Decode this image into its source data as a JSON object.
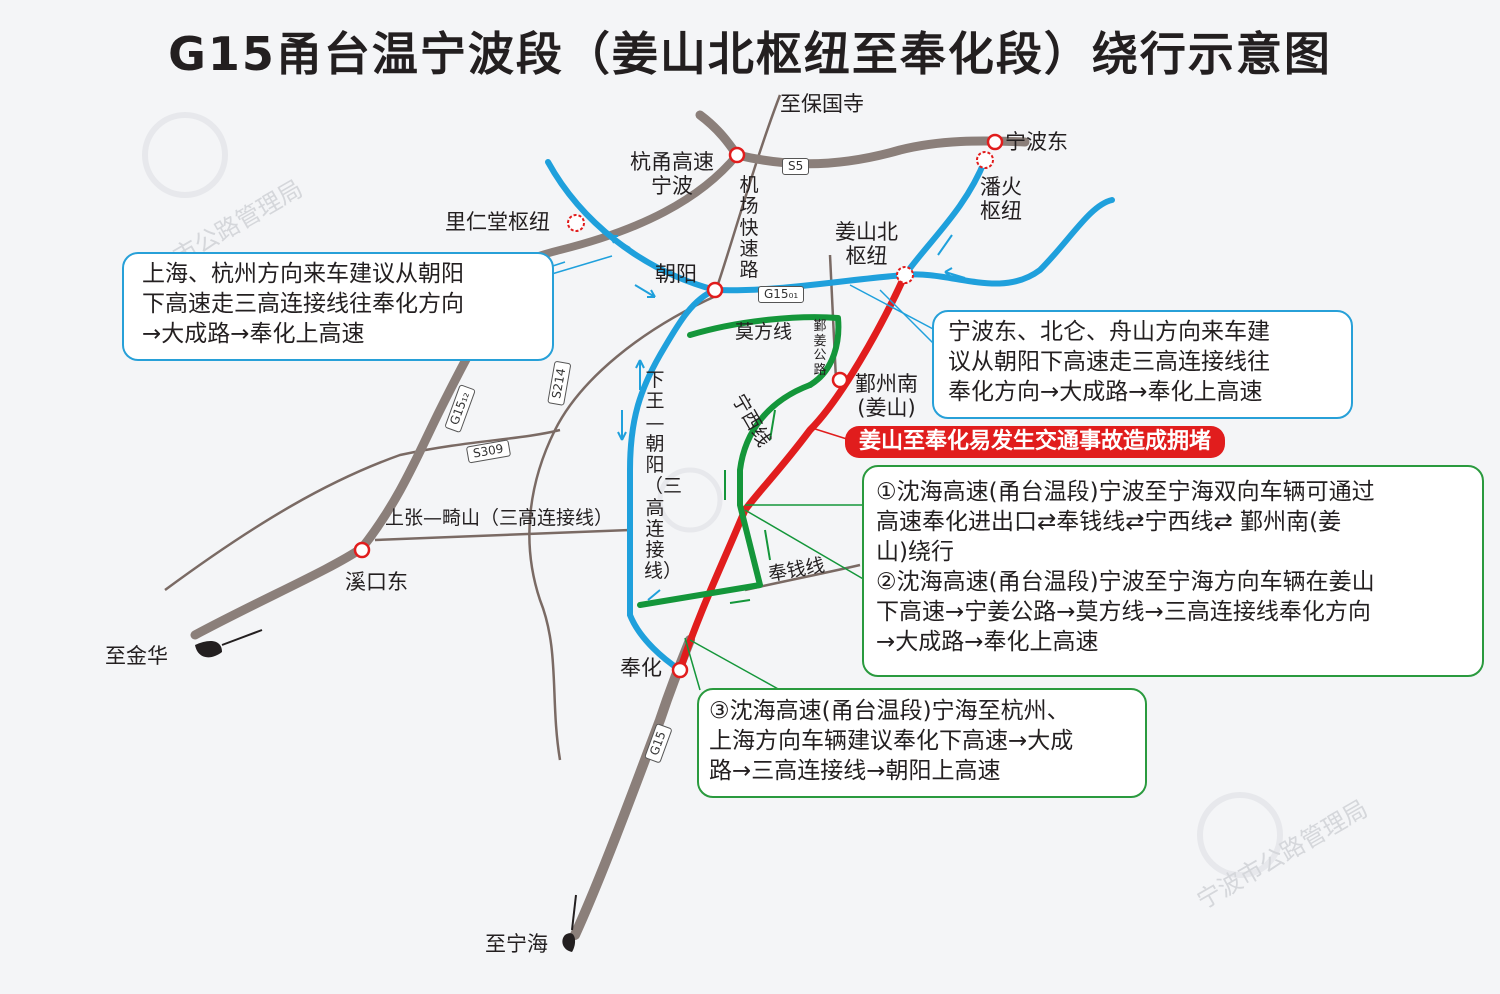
{
  "title": "G15甬台温宁波段（姜山北枢纽至奉化段）绕行示意图",
  "watermark": "宁波市公路管理局",
  "places": {
    "baoguosi": "至保国寺",
    "ningbodong": "宁波东",
    "panhuo": "潘火\n枢纽",
    "hangyong": "杭甬高速\n宁波",
    "lirentang": "里仁堂枢纽",
    "jiangshanbei": "姜山北\n枢纽",
    "chaoyang": "朝阳",
    "yinzhounan": "鄞州南\n(姜山)",
    "xikoudong": "溪口东",
    "fenghua": "奉化",
    "jinhua": "至金华",
    "ninghai": "至宁海"
  },
  "roads": {
    "s5": "S5",
    "g1501": "G15₀₁",
    "g1512": "G15₁₂",
    "s214": "S214",
    "s309": "S309",
    "g15": "G15",
    "airport": "机场快速路",
    "mofang": "莫方线",
    "ningjiang": "鄞姜公路",
    "ningxi": "宁西线",
    "fengqian": "奉钱线",
    "xiawang": "下王—朝阳（三高连接线）",
    "shangzhang": "上张—畸山（三高连接线）"
  },
  "notes": {
    "note1": "上海、杭州方向来车建议从朝阳\n下高速走三高连接线往奉化方向\n→大成路→奉化上高速",
    "note2": "宁波东、北仑、舟山方向来车建\n议从朝阳下高速走三高连接线往\n奉化方向→大成路→奉化上高速",
    "alert": "姜山至奉化易发生交通事故造成拥堵",
    "note3": "①沈海高速(甬台温段)宁波至宁海双向车辆可通过\n高速奉化进出口⇄奉钱线⇄宁西线⇄ 鄞州南(姜\n山)绕行\n②沈海高速(甬台温段)宁波至宁海方向车辆在姜山\n下高速→宁姜公路→莫方线→三高连接线奉化方向\n→大成路→奉化上高速",
    "note4": "③沈海高速(甬台温段)宁海至杭州、\n上海方向车辆建议奉化下高速→大成\n路→三高连接线→朝阳上高速"
  },
  "colors": {
    "expressway": "#8b7f7a",
    "detour_blue": "#1fa0dc",
    "detour_green": "#14963a",
    "congestion_red": "#e11d1d",
    "minor_road": "#7a6a64"
  }
}
